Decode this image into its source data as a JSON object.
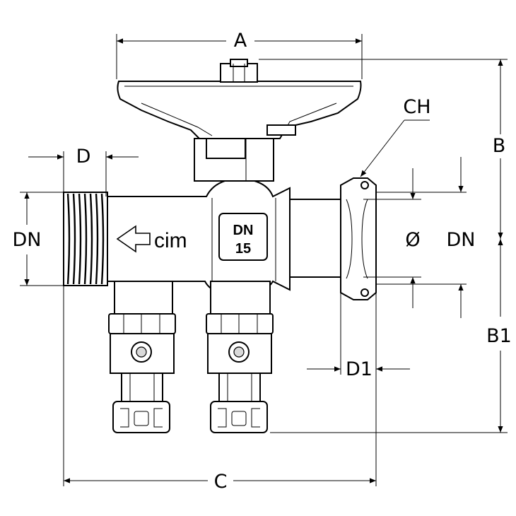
{
  "dimensions": {
    "a": "A",
    "b": "B",
    "b1": "B1",
    "c": "C",
    "d": "D",
    "d1": "D1",
    "dn_left": "DN",
    "dn_right": "DN",
    "diameter": "Ø",
    "ch": "CH"
  },
  "markings": {
    "brand": "cim",
    "dn_line1": "DN",
    "dn_line2": "15"
  }
}
